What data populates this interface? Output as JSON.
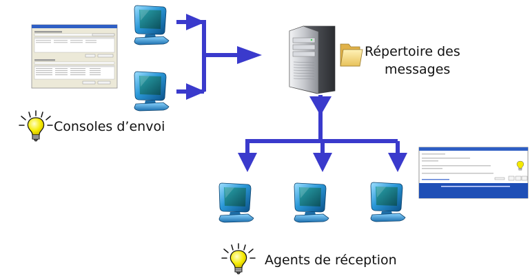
{
  "labels": {
    "repository_line1": "Répertoire des",
    "repository_line2": "messages",
    "consoles": "Consoles d’envoi",
    "agents": "Agents de réception"
  },
  "colors": {
    "connector": "#3a3acc",
    "monitor_frame": "#2a8fd0",
    "monitor_screen": "#0f6f7a",
    "server_body": "#b9bcc2",
    "folder": "#f2d77a",
    "bulb": "#f2e600"
  },
  "icons": {
    "computer": "computer-icon",
    "server": "server-icon",
    "folder": "folder-icon",
    "tip": "lightbulb-icon"
  }
}
